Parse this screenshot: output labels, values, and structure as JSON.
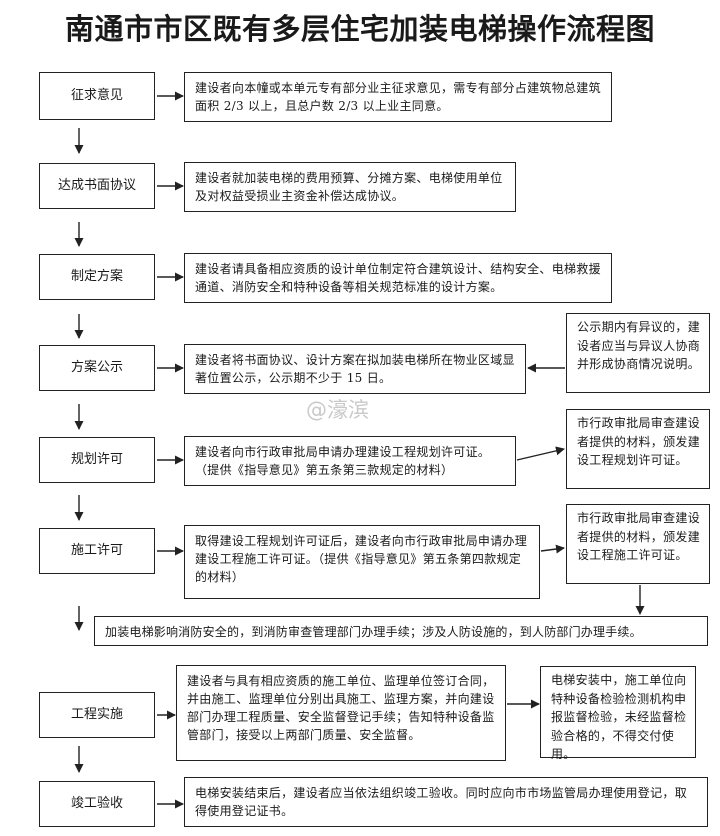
{
  "title": "南通市市区既有多层住宅加装电梯操作流程图",
  "watermark": "@濠滨",
  "steps": [
    {
      "label": "征求意见",
      "desc": "建设者向本幢或本单元专有部分业主征求意见，需专有部分占建筑物总建筑面积 2/3 以上，且总户数 2/3 以上业主同意。"
    },
    {
      "label": "达成书面协议",
      "desc": "建设者就加装电梯的费用预算、分摊方案、电梯使用单位及对权益受损业主资金补偿达成协议。"
    },
    {
      "label": "制定方案",
      "desc": "建设者请具备相应资质的设计单位制定符合建筑设计、结构安全、电梯救援通道、消防安全和特种设备等相关规范标准的设计方案。"
    },
    {
      "label": "方案公示",
      "desc": "建设者将书面协议、设计方案在拟加装电梯所在物业区域显著位置公示，公示期不少于 15 日。"
    },
    {
      "label": "规划许可",
      "desc": "建设者向市行政审批局申请办理建设工程规划许可证。（提供《指导意见》第五条第三款规定的材料）"
    },
    {
      "label": "施工许可",
      "desc": "取得建设工程规划许可证后，建设者向市行政审批局申请办理建设工程施工许可证。（提供《指导意见》第五条第四款规定的材料）"
    },
    {
      "label": "工程实施",
      "desc": "建设者与具有相应资质的施工单位、监理单位签订合同，并由施工、监理单位分别出具施工、监理方案，并向建设部门办理工程质量、安全监督登记手续；告知特种设备监管部门，接受以上两部门质量、安全监督。"
    },
    {
      "label": "竣工验收",
      "desc": "电梯安装结束后，建设者应当依法组织竣工验收。同时应向市市场监管局办理使用登记，取得使用登记证书。"
    }
  ],
  "side_notes": {
    "publicity": "公示期内有异议的，建设者应当与异议人协商并形成协商情况说明。",
    "planning": "市行政审批局审查建设者提供的材料，颁发建设工程规划许可证。",
    "construction": "市行政审批局审查建设者提供的材料，颁发建设工程施工许可证。",
    "implementation": "电梯安装中，施工单位向特种设备检验检测机构申报监督检验，未经监督检验合格的，不得交付使用。"
  },
  "fire_note": "加装电梯影响消防安全的，到消防审查管理部门办理手续；涉及人防设施的，到人防部门办理手续。"
}
